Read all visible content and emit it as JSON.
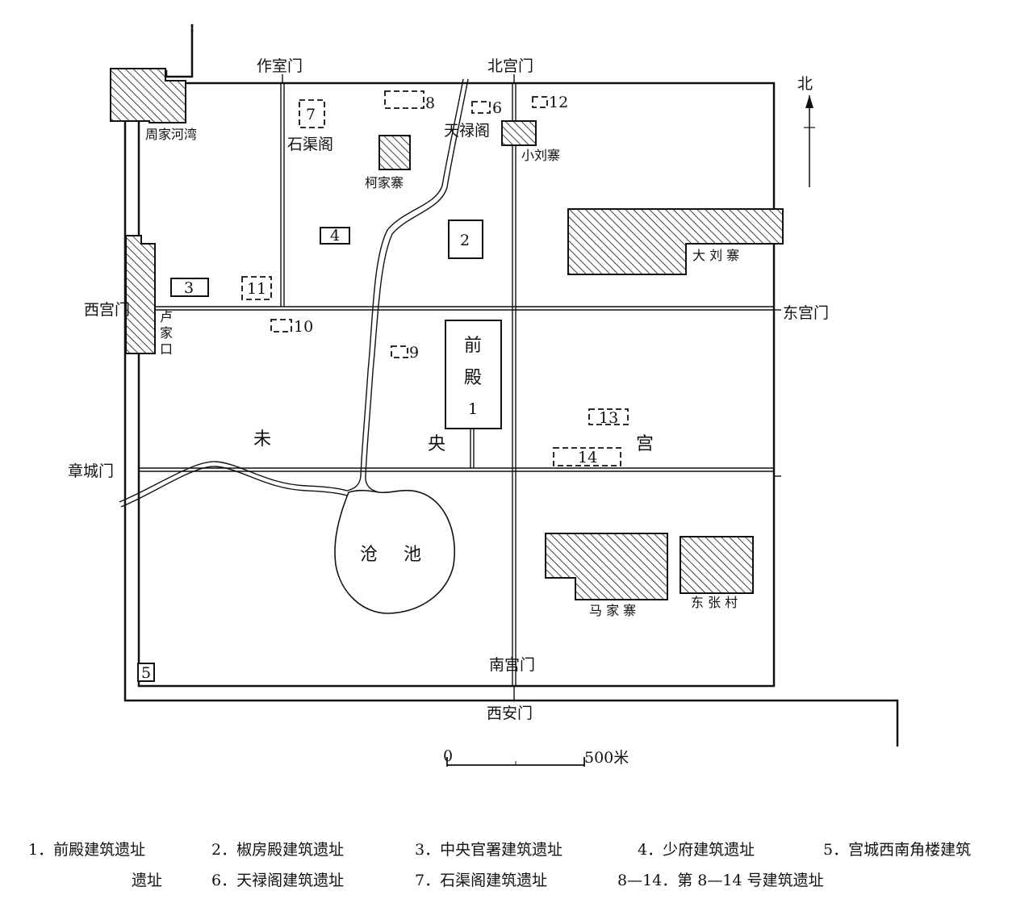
{
  "map": {
    "gates": {
      "zuoshi": "作室门",
      "beigong": "北宫门",
      "xigong": "西宫门",
      "donggong": "东宫门",
      "zhangcheng": "章城门",
      "nangong": "南宫门",
      "xian": "西安门"
    },
    "villages": {
      "zhoujiahewan": "周家河湾",
      "kejiazhai": "柯家寨",
      "xiaoliuzhai": "小刘寨",
      "daliuzhai": "大 刘 寨",
      "lujiakou": [
        "卢",
        "家",
        "口"
      ],
      "majiazhai": "马 家 寨",
      "dongzhangcun": "东 张 村"
    },
    "places": {
      "shiquge": "石渠阁",
      "tianluge": "天禄阁",
      "cangchi": [
        "沧",
        "池"
      ],
      "weiyanggong": [
        "未",
        "央",
        "宫"
      ],
      "qiandian": [
        "前",
        "殿"
      ]
    },
    "sites": [
      "1",
      "2",
      "3",
      "4",
      "5",
      "6",
      "7",
      "8",
      "9",
      "10",
      "11",
      "12",
      "13",
      "14"
    ],
    "north_label": "北",
    "scale": {
      "zero": "0",
      "end": "500米"
    }
  },
  "legend": {
    "row1": [
      "1．前殿建筑遗址",
      "2．椒房殿建筑遗址",
      "3．中央官署建筑遗址",
      "4．少府建筑遗址",
      "5．宫城西南角楼建筑"
    ],
    "row2": [
      "遗址",
      "6．天禄阁建筑遗址",
      "7．石渠阁建筑遗址",
      "8—14．第 8—14 号建筑遗址"
    ]
  }
}
